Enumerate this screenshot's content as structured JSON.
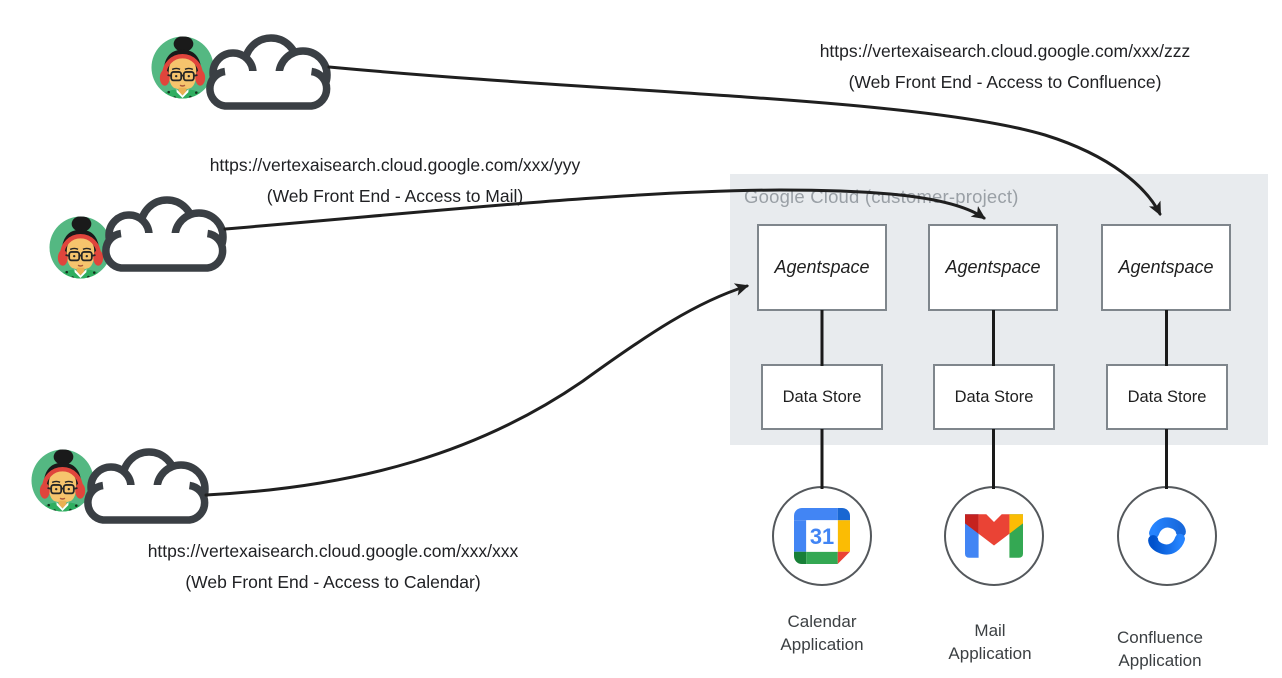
{
  "google_cloud": {
    "label": "Google Cloud (customer-project)"
  },
  "requests": [
    {
      "url": "https://vertexaisearch.cloud.google.com/xxx/zzz",
      "caption": "(Web Front End - Access to Confluence)"
    },
    {
      "url": "https://vertexaisearch.cloud.google.com/xxx/yyy",
      "caption": "(Web Front End - Access to Mail)"
    },
    {
      "url": "https://vertexaisearch.cloud.google.com/xxx/xxx",
      "caption": "(Web Front End - Access to Calendar)"
    }
  ],
  "columns": [
    {
      "agent_label": "Agentspace",
      "store_label": "Data Store",
      "app_label": "Calendar\nApplication",
      "icon": "google-calendar-icon",
      "icon_text": "31"
    },
    {
      "agent_label": "Agentspace",
      "store_label": "Data Store",
      "app_label": "Mail\nApplication",
      "icon": "gmail-icon"
    },
    {
      "agent_label": "Agentspace",
      "store_label": "Data Store",
      "app_label": "Confluence\nApplication",
      "icon": "confluence-icon"
    }
  ],
  "colors": {
    "container_bg": "#e8ebee",
    "box_border": "#7f868c",
    "container_label": "#9aa0a6",
    "arrow": "#1f1f1f",
    "text": "#202124",
    "avatar_green": "#54b882",
    "headphone_red": "#e0453c",
    "calendar_blue": "#4285f4",
    "gmail_red": "#ea4335",
    "confluence_blue": "#1868db"
  }
}
